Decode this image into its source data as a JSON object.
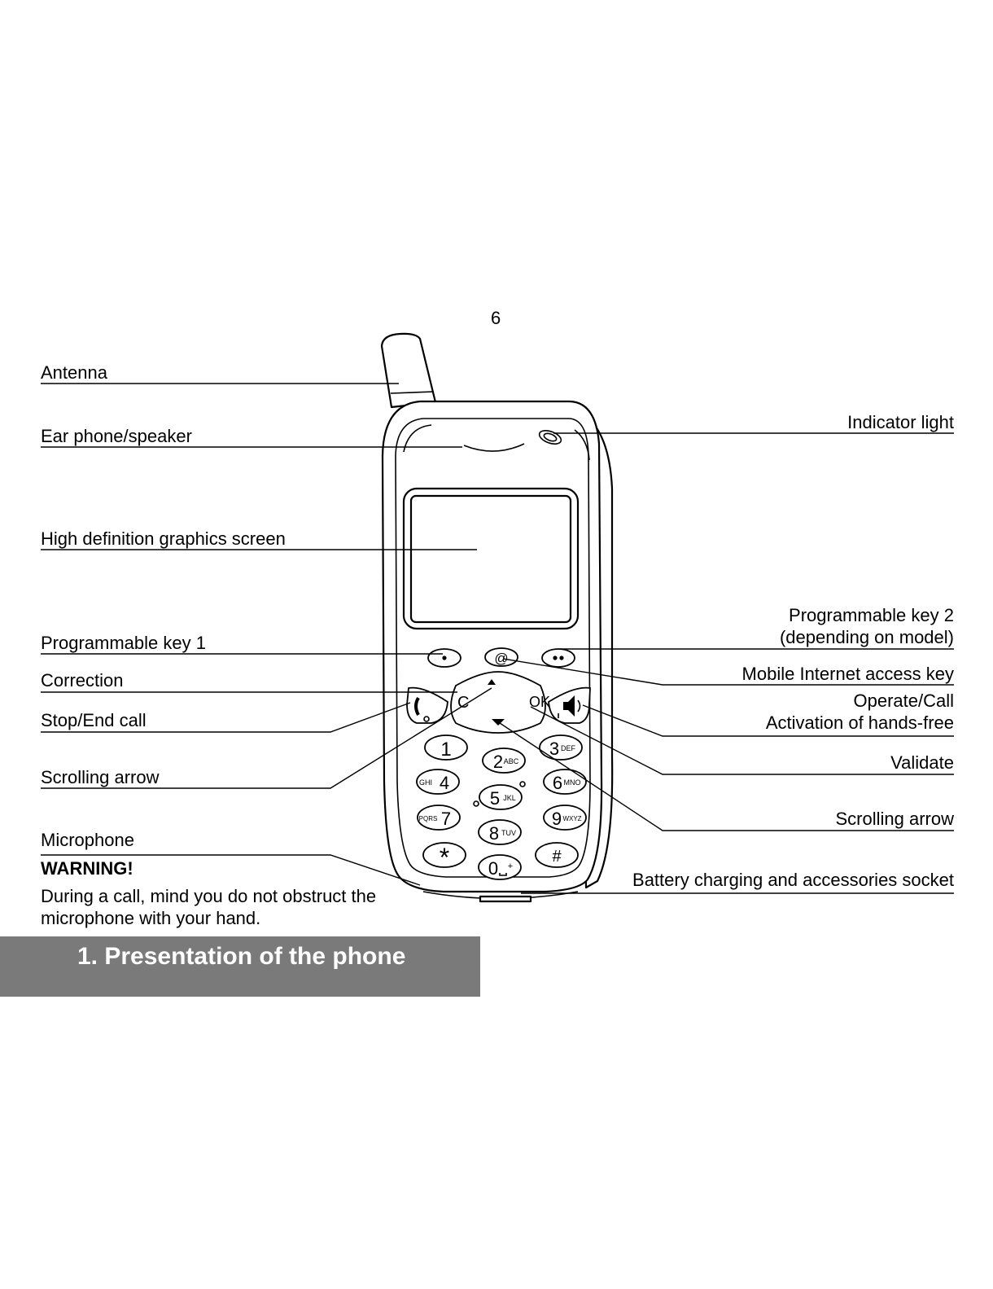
{
  "page_number": "6",
  "section_title": "1. Presentation of the phone",
  "left_labels": {
    "antenna": "Antenna",
    "earphone": "Ear phone/speaker",
    "screen": "High definition graphics screen",
    "prog_key_1": "Programmable key 1",
    "correction": "Correction",
    "stop_end": "Stop/End call",
    "scroll_up": "Scrolling arrow",
    "microphone": "Microphone"
  },
  "right_labels": {
    "indicator": "Indicator light",
    "prog_key_2_line1": "Programmable key 2",
    "prog_key_2_line2": "(depending on model)",
    "mobile_internet": "Mobile Internet access key",
    "operate_line1": "Operate/Call",
    "operate_line2": "Activation of hands-free",
    "validate": "Validate",
    "scroll_down": "Scrolling arrow",
    "battery": "Battery charging and accessories socket"
  },
  "warning": {
    "title": "WARNING!",
    "line1": "During a call, mind you do not obstruct the",
    "line2": "microphone with your hand."
  },
  "keys": {
    "c": "C",
    "ok": "OK",
    "at": "@",
    "star": "*",
    "hash": "#",
    "k1": "1",
    "k2": "2",
    "k2s": "ABC",
    "k3": "3",
    "k3s": "DEF",
    "k4": "4",
    "k4s": "GHI",
    "k5": "5",
    "k5s": "JKL",
    "k6": "6",
    "k6s": "MNO",
    "k7": "7",
    "k7s": "PQRS",
    "k8": "8",
    "k8s": "TUV",
    "k9": "9",
    "k9s": "WXYZ",
    "k0": "0",
    "k0s": "+"
  }
}
